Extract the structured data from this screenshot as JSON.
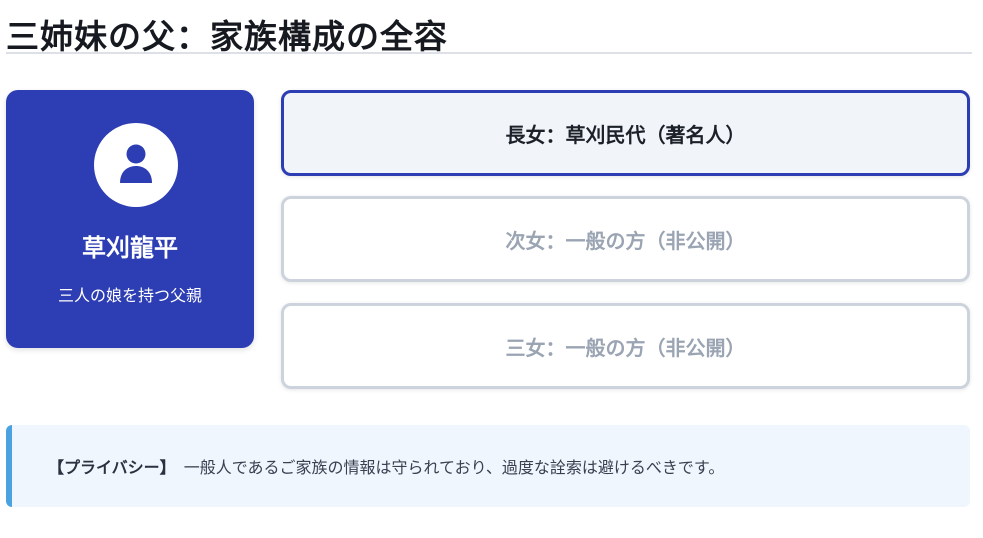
{
  "title": "三姉妹の父：家族構成の全容",
  "father": {
    "icon": "user-icon",
    "name": "草刈龍平",
    "role": "三人の娘を持つ父親"
  },
  "daughters": [
    {
      "label": "長女：草刈民代（著名人）",
      "highlighted": true
    },
    {
      "label": "次女：一般の方（非公開）",
      "highlighted": false
    },
    {
      "label": "三女：一般の方（非公開）",
      "highlighted": false
    }
  ],
  "note": {
    "tag": "【プライバシー】",
    "text": "一般人であるご家族の情報は守られており、過度な詮索は避けるべきです。"
  },
  "colors": {
    "accent": "#2d3db3",
    "note_bar": "#4aa3e0",
    "note_bg": "#eff6fd",
    "muted_text": "#9aa4b3"
  }
}
